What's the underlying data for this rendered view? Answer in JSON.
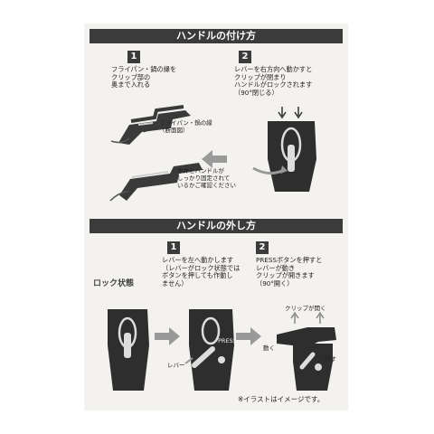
{
  "attach": {
    "title": "ハンドルの付け方",
    "step1": {
      "number": "1",
      "text": "フライパン・鍋の縁を\nクリップ部の\n奥まで入れる"
    },
    "pan_edge_label": "フライパン・鍋の縁\n（断面図）",
    "check_text": "本体とハンドルが\nしっかり固定されて\nいるかご確認ください",
    "step2": {
      "number": "2",
      "text": "レバーを右方向へ動かすと\nクリップが閉まり\nハンドルがロックされます\n（90°閉じる）"
    }
  },
  "detach": {
    "title": "ハンドルの外し方",
    "lock_state": "ロック状態",
    "step1": {
      "number": "1",
      "text": "レバーを左へ動かします\n（レバーがロック状態では\nボタンを押しても作動し\nません）"
    },
    "step2": {
      "number": "2",
      "text": "PRESSボタンを押すと\nレバーが動き\nクリップが開きます\n（90°開く）"
    },
    "lever_label": "レバー",
    "press_label": "PRESS",
    "clip_open_label": "クリップが開く",
    "move_label": "動く",
    "push_label": "押す"
  },
  "footnote": "※イラストはイメージです。"
}
